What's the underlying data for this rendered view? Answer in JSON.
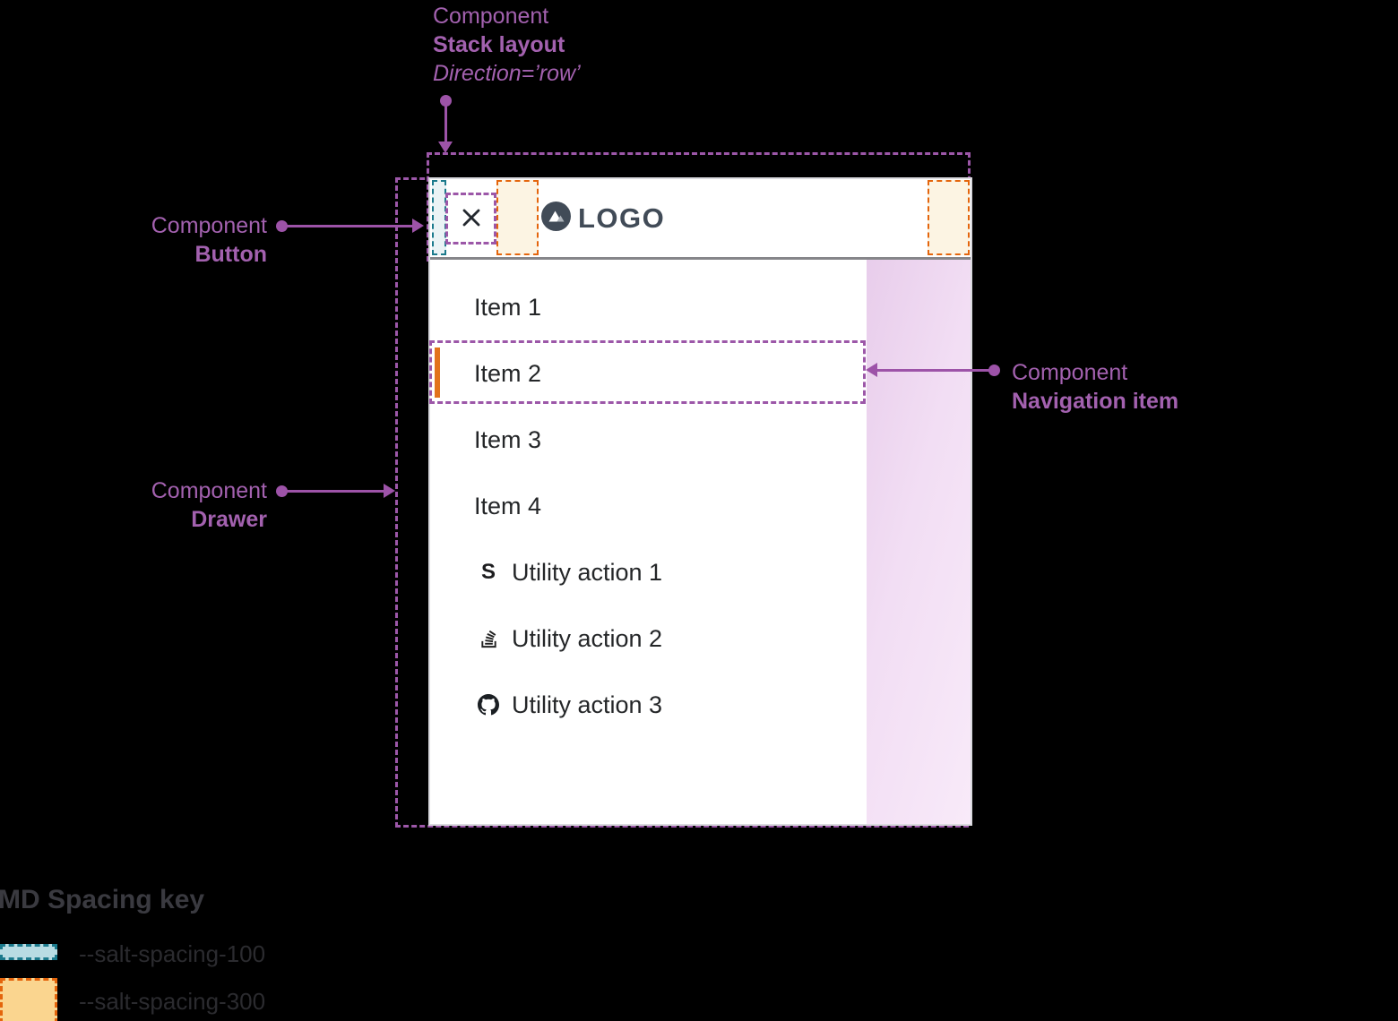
{
  "annotations": {
    "stack": {
      "line1": "Component",
      "line2": "Stack layout",
      "line3": "Direction=’row’"
    },
    "button": {
      "line1": "Component",
      "line2": "Button"
    },
    "drawer": {
      "line1": "Component",
      "line2": "Drawer"
    },
    "nav": {
      "line1": "Component",
      "line2": "Navigation item"
    }
  },
  "drawer": {
    "logo_text": "LOGO",
    "items": [
      {
        "label": "Item 1",
        "active": false
      },
      {
        "label": "Item 2",
        "active": true
      },
      {
        "label": "Item 3",
        "active": false
      },
      {
        "label": "Item 4",
        "active": false
      }
    ],
    "utilities": [
      {
        "icon": "s-icon",
        "icon_glyph": "S",
        "label": "Utility action 1"
      },
      {
        "icon": "stackoverflow-icon",
        "label": "Utility action 2"
      },
      {
        "icon": "github-icon",
        "label": "Utility action 3"
      }
    ]
  },
  "legend": {
    "title": "MD Spacing key",
    "entries": [
      {
        "token": "spacing-100",
        "label": "--salt-spacing-100"
      },
      {
        "token": "spacing-300",
        "label": "--salt-spacing-300"
      }
    ]
  },
  "colors": {
    "annotation_purple": "#9D53A8",
    "spacing_100_border": "#1B7A8C",
    "spacing_100_fill": "#B8DCE3",
    "spacing_300_border": "#E4650C",
    "spacing_300_fill": "#FAD58F",
    "active_indicator": "#E2731C",
    "logo_slate": "#414B57",
    "pink_panel": "#F2DEF4"
  }
}
